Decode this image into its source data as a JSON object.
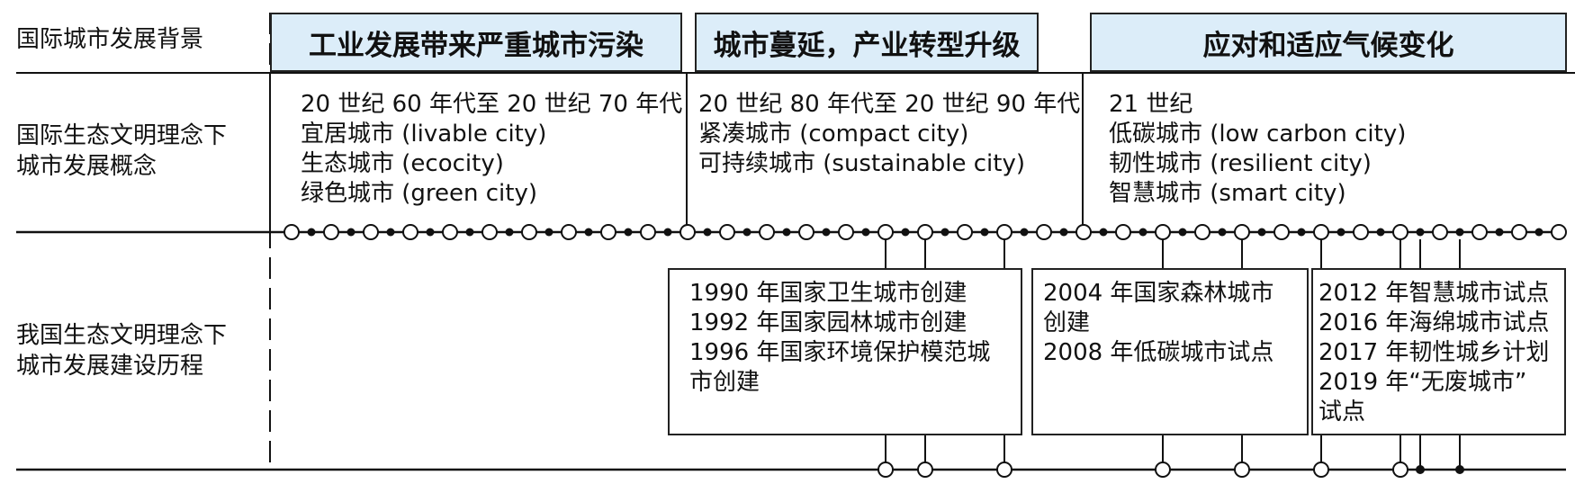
{
  "row_labels": {
    "background": "国际城市发展背景",
    "concepts": [
      "国际生态文明理念下",
      "城市发展概念"
    ],
    "history": [
      "我国生态文明理念下",
      "城市发展建设历程"
    ]
  },
  "periods": [
    {
      "header": "工业发展带来严重城市污染",
      "era": "20 世纪 60 年代至 20 世纪 70 年代",
      "concepts": [
        "宜居城市 (livable city)",
        "生态城市 (ecocity)",
        "绿色城市 (green city)"
      ]
    },
    {
      "header": "城市蔓延，产业转型升级",
      "era": "20 世纪 80 年代至 20 世纪 90 年代",
      "concepts": [
        "紧凑城市 (compact city)",
        "可持续城市 (sustainable city)"
      ]
    },
    {
      "header": "应对和适应气候变化",
      "era": "21 世纪",
      "concepts": [
        "低碳城市 (low carbon city)",
        "韧性城市 (resilient city)",
        "智慧城市 (smart city)"
      ]
    }
  ],
  "events": [
    [
      "1990 年国家卫生城市创建",
      "1992 年国家园林城市创建",
      "1996 年国家环境保护模范城",
      "市创建"
    ],
    [
      "2004 年国家森林城市",
      "创建",
      "2008 年低碳城市试点"
    ],
    [
      "2012 年智慧城市试点",
      "2016 年海绵城市试点",
      "2017 年韧性城乡计划",
      "2019 年“无废城市”",
      "试点"
    ]
  ],
  "colors": {
    "header_fill": "#dcedf9",
    "line": "#111111",
    "text": "#111111"
  }
}
